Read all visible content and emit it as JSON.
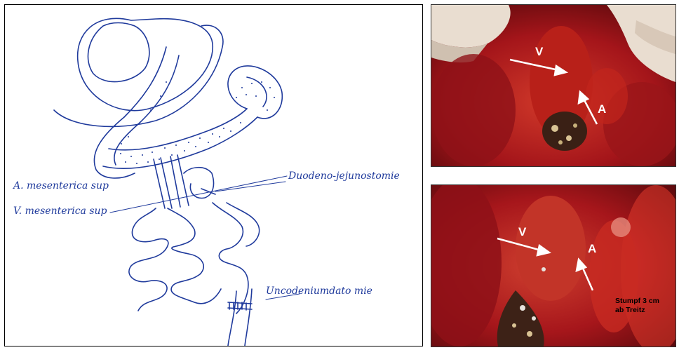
{
  "sketch": {
    "annotations": [
      "A. mesenterica sup",
      "V. mesenterica sup",
      "Duodeno-jejunostomie",
      "Uncodeniumdato mie"
    ]
  },
  "photo_top": {
    "label_v": "V",
    "label_a": "A"
  },
  "photo_bottom": {
    "label_v": "V",
    "label_a": "A",
    "caption_line1": "Stumpf 3 cm",
    "caption_line2": "ab Treitz"
  },
  "colors": {
    "ink": "#1f3a9c",
    "tissue": "#b0161b",
    "glove": "#e9ddd0",
    "arrow": "#ffffff"
  }
}
